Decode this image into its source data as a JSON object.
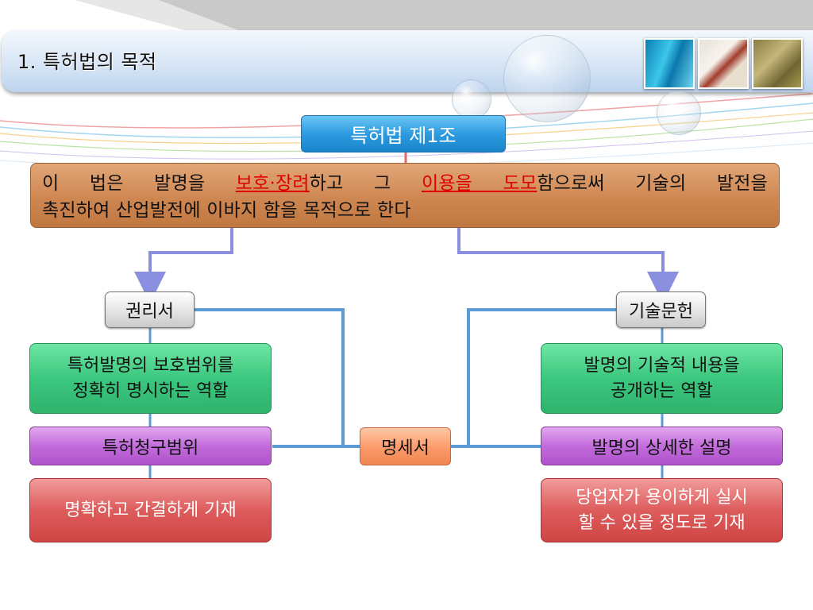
{
  "slide": {
    "title": "1. 특허법의 목적"
  },
  "law": {
    "title": "특허법 제1조",
    "text_part1": "이 법은 발명을 ",
    "highlight1": "보호·장려",
    "text_part2": "하고 그 ",
    "highlight2": "이용을 도모",
    "text_part3": "함으로써 기술의 발전을",
    "text_line2": "촉진하여 산업발전에 이바지 함을 목적으로 한다",
    "highlight_color": "#e00000"
  },
  "left": {
    "header": "권리서",
    "role_line1": "특허발명의 보호범위를",
    "role_line2": "정확히 명시하는 역할",
    "item": "특허청구범위",
    "desc": "명확하고 간결하게 기재"
  },
  "right": {
    "header": "기술문헌",
    "role_line1": "발명의 기술적 내용을",
    "role_line2": "공개하는 역할",
    "item": "발명의 상세한 설명",
    "desc_line1": "당업자가 용이하게 실시",
    "desc_line2": "할 수 있을 정도로 기재"
  },
  "center": {
    "label": "명세서"
  },
  "colors": {
    "connector": "#5b9bd5",
    "arrow": "#8a8fe0",
    "law_title": "#2d9be0",
    "law_box": "#cf8752",
    "green": "#3cc77f",
    "purple": "#c26cdb",
    "red": "#dd5c5c",
    "orange": "#fb9a6a"
  }
}
